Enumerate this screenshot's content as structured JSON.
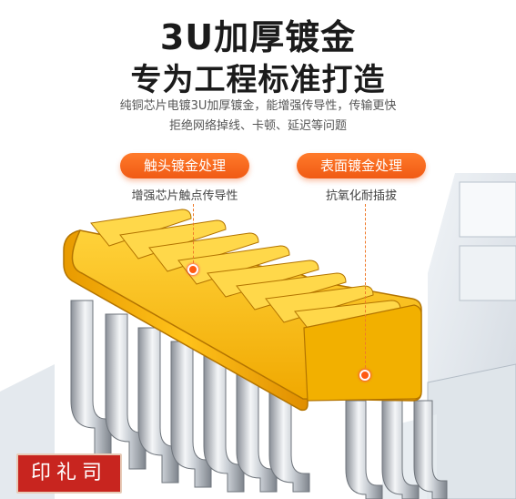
{
  "headline": {
    "line1": "3U加厚镀金",
    "line2": "专为工程标准打造"
  },
  "description": {
    "line1": "纯铜芯片电镀3U加厚镀金，能增强传导性，传输更快",
    "line2": "拒绝网络掉线、卡顿、延迟等问题"
  },
  "features": [
    {
      "label": "触头镀金处理",
      "detail": "增强芯片触点传导性"
    },
    {
      "label": "表面镀金处理",
      "detail": "抗氧化耐插拔"
    }
  ],
  "seal_text": "印礼司",
  "colors": {
    "accent": "#f05a14",
    "gold": "#f5b400",
    "seal_red": "#c8251f"
  }
}
